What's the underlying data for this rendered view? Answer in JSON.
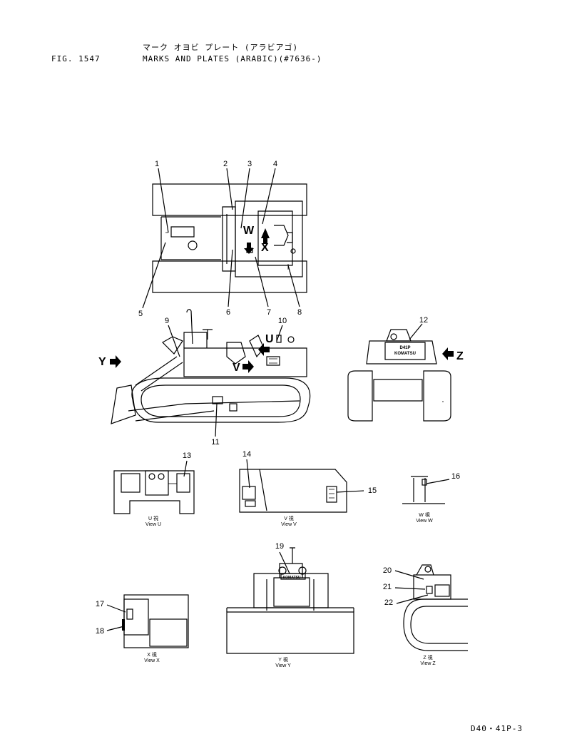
{
  "header": {
    "fig_label": "FIG. 1547",
    "title_jp": "マーク オヨビ プレート (アラビアゴ)",
    "title": "MARKS AND PLATES (ARABIC)(#7636-)"
  },
  "callouts": [
    "1",
    "2",
    "3",
    "4",
    "5",
    "6",
    "7",
    "8",
    "9",
    "10",
    "11",
    "12",
    "13",
    "14",
    "15",
    "16",
    "17",
    "18",
    "19",
    "20",
    "21",
    "22"
  ],
  "view_letters": [
    "W",
    "X",
    "Y",
    "U",
    "V",
    "Z"
  ],
  "views": [
    {
      "jp": "U 視",
      "en": "View U"
    },
    {
      "jp": "V 視",
      "en": "View V"
    },
    {
      "jp": "W 視",
      "en": "View W"
    },
    {
      "jp": "X 視",
      "en": "View X"
    },
    {
      "jp": "Y 視",
      "en": "View Y"
    },
    {
      "jp": "Z 視",
      "en": "View Z"
    }
  ],
  "plate_text": {
    "model": "D41P",
    "brand": "KOMATSU"
  },
  "page_code": "D40・41P-3"
}
